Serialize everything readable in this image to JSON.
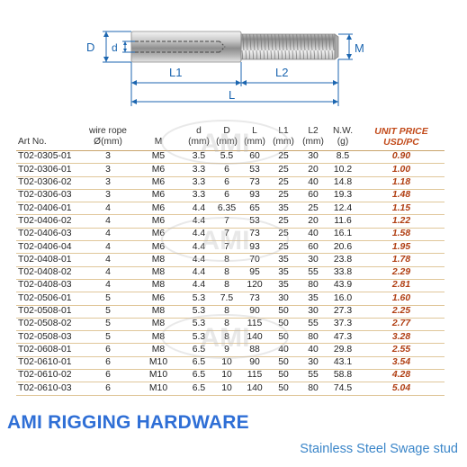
{
  "diagram": {
    "label_D": "D",
    "label_d": "d",
    "label_M": "M",
    "label_L1": "L1",
    "label_L2": "L2",
    "label_L": "L"
  },
  "watermark": {
    "text": "AMI"
  },
  "table": {
    "headers": {
      "art_no": "Art No.",
      "wire_rope_line1": "wire rope",
      "wire_rope_line2": "Ø(mm)",
      "m": "M",
      "d_line1": "d",
      "d_line2": "(mm)",
      "D_line1": "D",
      "D_line2": "(mm)",
      "L_line1": "L",
      "L_line2": "(mm)",
      "L1_line1": "L1",
      "L1_line2": "(mm)",
      "L2_line1": "L2",
      "L2_line2": "(mm)",
      "nw_line1": "N.W.",
      "nw_line2": "(g)",
      "price_line1": "UNIT PRICE",
      "price_line2": "USD/PC"
    },
    "rows": [
      {
        "art": "T02-0305-01",
        "wire": "3",
        "m": "M5",
        "d": "3.5",
        "D": "5.5",
        "L": "60",
        "L1": "25",
        "L2": "30",
        "nw": "8.5",
        "price": "0.90"
      },
      {
        "art": "T02-0306-01",
        "wire": "3",
        "m": "M6",
        "d": "3.3",
        "D": "6",
        "L": "53",
        "L1": "25",
        "L2": "20",
        "nw": "10.2",
        "price": "1.00"
      },
      {
        "art": "T02-0306-02",
        "wire": "3",
        "m": "M6",
        "d": "3.3",
        "D": "6",
        "L": "73",
        "L1": "25",
        "L2": "40",
        "nw": "14.8",
        "price": "1.18"
      },
      {
        "art": "T02-0306-03",
        "wire": "3",
        "m": "M6",
        "d": "3.3",
        "D": "6",
        "L": "93",
        "L1": "25",
        "L2": "60",
        "nw": "19.3",
        "price": "1.48"
      },
      {
        "art": "T02-0406-01",
        "wire": "4",
        "m": "M6",
        "d": "4.4",
        "D": "6.35",
        "L": "65",
        "L1": "35",
        "L2": "25",
        "nw": "12.4",
        "price": "1.15"
      },
      {
        "art": "T02-0406-02",
        "wire": "4",
        "m": "M6",
        "d": "4.4",
        "D": "7",
        "L": "53",
        "L1": "25",
        "L2": "20",
        "nw": "11.6",
        "price": "1.22"
      },
      {
        "art": "T02-0406-03",
        "wire": "4",
        "m": "M6",
        "d": "4.4",
        "D": "7",
        "L": "73",
        "L1": "25",
        "L2": "40",
        "nw": "16.1",
        "price": "1.58"
      },
      {
        "art": "T02-0406-04",
        "wire": "4",
        "m": "M6",
        "d": "4.4",
        "D": "7",
        "L": "93",
        "L1": "25",
        "L2": "60",
        "nw": "20.6",
        "price": "1.95"
      },
      {
        "art": "T02-0408-01",
        "wire": "4",
        "m": "M8",
        "d": "4.4",
        "D": "8",
        "L": "70",
        "L1": "35",
        "L2": "30",
        "nw": "23.8",
        "price": "1.78"
      },
      {
        "art": "T02-0408-02",
        "wire": "4",
        "m": "M8",
        "d": "4.4",
        "D": "8",
        "L": "95",
        "L1": "35",
        "L2": "55",
        "nw": "33.8",
        "price": "2.29"
      },
      {
        "art": "T02-0408-03",
        "wire": "4",
        "m": "M8",
        "d": "4.4",
        "D": "8",
        "L": "120",
        "L1": "35",
        "L2": "80",
        "nw": "43.9",
        "price": "2.81"
      },
      {
        "art": "T02-0506-01",
        "wire": "5",
        "m": "M6",
        "d": "5.3",
        "D": "7.5",
        "L": "73",
        "L1": "30",
        "L2": "35",
        "nw": "16.0",
        "price": "1.60"
      },
      {
        "art": "T02-0508-01",
        "wire": "5",
        "m": "M8",
        "d": "5.3",
        "D": "8",
        "L": "90",
        "L1": "50",
        "L2": "30",
        "nw": "27.3",
        "price": "2.25"
      },
      {
        "art": "T02-0508-02",
        "wire": "5",
        "m": "M8",
        "d": "5.3",
        "D": "8",
        "L": "115",
        "L1": "50",
        "L2": "55",
        "nw": "37.3",
        "price": "2.77"
      },
      {
        "art": "T02-0508-03",
        "wire": "5",
        "m": "M8",
        "d": "5.3",
        "D": "8",
        "L": "140",
        "L1": "50",
        "L2": "80",
        "nw": "47.3",
        "price": "3.28"
      },
      {
        "art": "T02-0608-01",
        "wire": "6",
        "m": "M8",
        "d": "6.5",
        "D": "9",
        "L": "88",
        "L1": "40",
        "L2": "40",
        "nw": "29.8",
        "price": "2.55"
      },
      {
        "art": "T02-0610-01",
        "wire": "6",
        "m": "M10",
        "d": "6.5",
        "D": "10",
        "L": "90",
        "L1": "50",
        "L2": "30",
        "nw": "43.1",
        "price": "3.54"
      },
      {
        "art": "T02-0610-02",
        "wire": "6",
        "m": "M10",
        "d": "6.5",
        "D": "10",
        "L": "115",
        "L1": "50",
        "L2": "55",
        "nw": "58.8",
        "price": "4.28"
      },
      {
        "art": "T02-0610-03",
        "wire": "6",
        "m": "M10",
        "d": "6.5",
        "D": "10",
        "L": "140",
        "L1": "50",
        "L2": "80",
        "nw": "74.5",
        "price": "5.04"
      }
    ]
  },
  "brand": "AMI RIGGING HARDWARE",
  "subtitle": "Stainless Steel Swage stud",
  "colors": {
    "brand": "#2f6fd6",
    "subtitle": "#3b86c9",
    "price": "#b03e12",
    "dimension_lines": "#1c66b0",
    "row_divider": "#e0c79a"
  }
}
